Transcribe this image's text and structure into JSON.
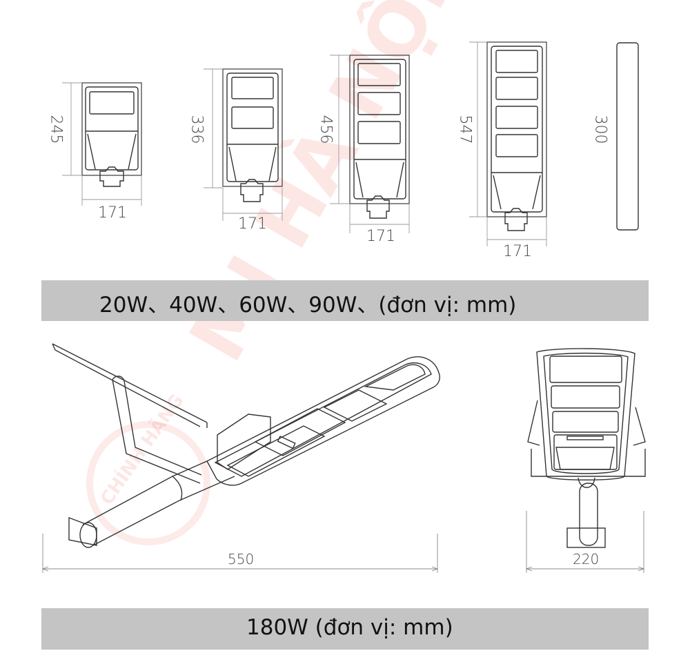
{
  "top_section": {
    "lamps": [
      {
        "model": "20W",
        "height_label": "245",
        "width_label": "171",
        "panels": 1
      },
      {
        "model": "40W",
        "height_label": "336",
        "width_label": "171",
        "panels": 2
      },
      {
        "model": "60W",
        "height_label": "456",
        "width_label": "171",
        "panels": 3
      },
      {
        "model": "90W",
        "height_label": "547",
        "width_label": "171",
        "panels": 4
      }
    ],
    "side_view_label": "300",
    "banner_text": "20W、40W、60W、90W、(đơn vị: mm)"
  },
  "bottom_section": {
    "perspective_width_label": "550",
    "front_width_label": "220",
    "banner_text": "180W (đơn vị: mm)"
  },
  "watermark": {
    "text": "MI HÀ NỘI",
    "stamp_text": "CHÍNH HÃNG",
    "color": "#e63c28"
  },
  "colors": {
    "banner_bg": "#c4c4c4",
    "line": "#333333",
    "dim_line": "#888888"
  }
}
